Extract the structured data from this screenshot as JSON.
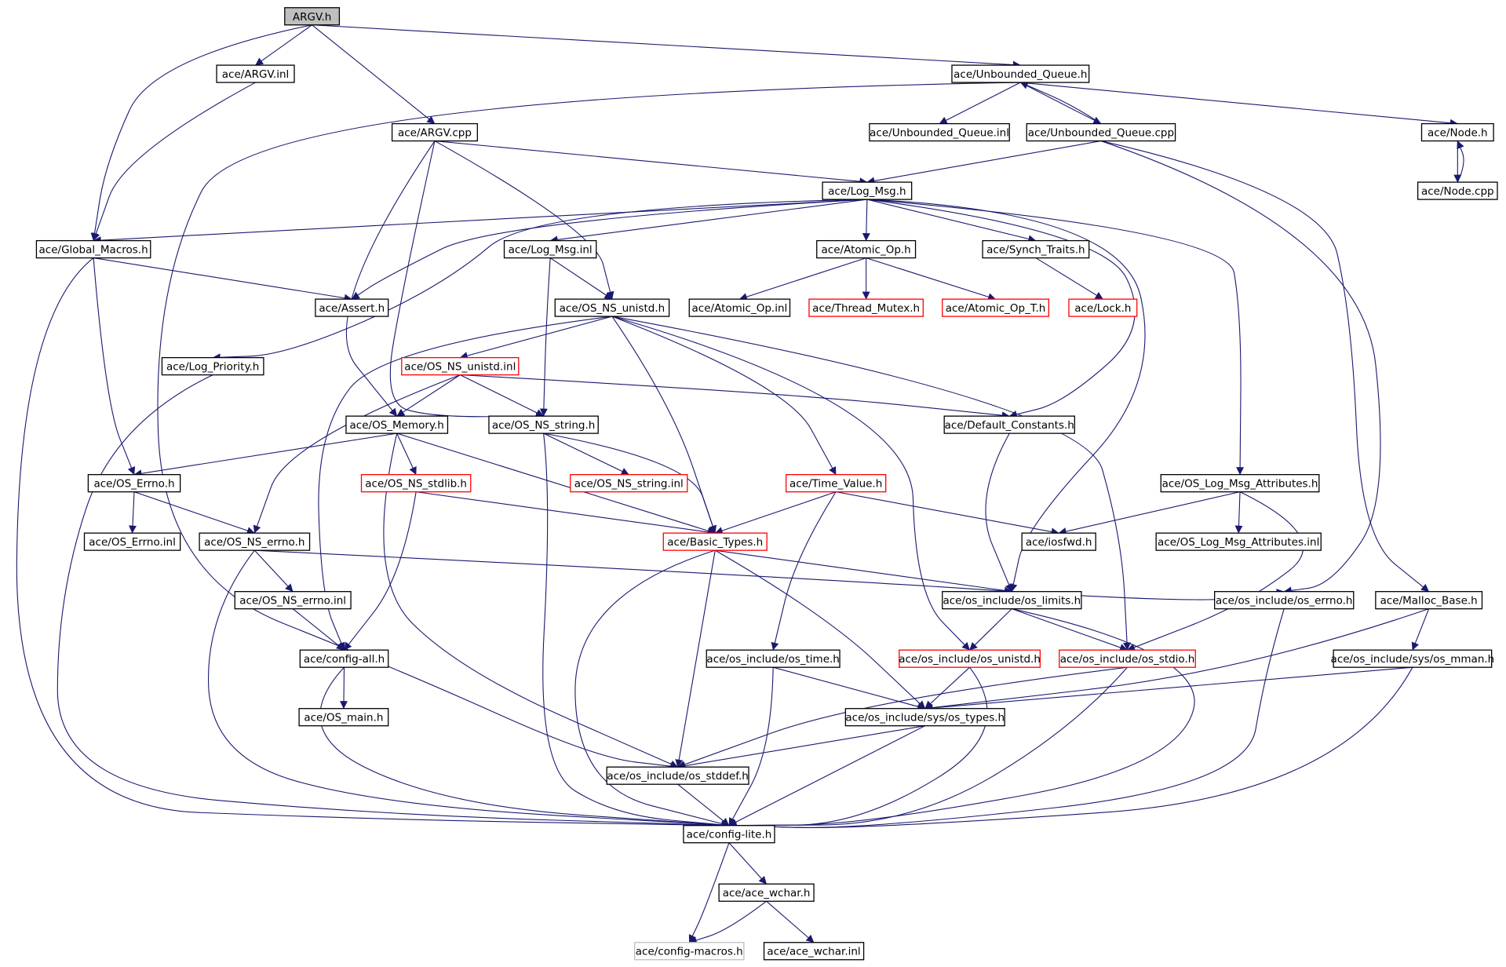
{
  "colors": {
    "edge": "#191970",
    "border_normal": "#000000",
    "border_truncated": "#ff0000",
    "border_external": "#bfbfbf",
    "root_fill": "#bfbfbf"
  },
  "nodes": {
    "argv_h": {
      "label": "ARGV.h",
      "kind": "root"
    },
    "argv_inl": {
      "label": "ace/ARGV.inl",
      "kind": "normal"
    },
    "unbounded_queue_h": {
      "label": "ace/Unbounded_Queue.h",
      "kind": "normal"
    },
    "argv_cpp": {
      "label": "ace/ARGV.cpp",
      "kind": "normal"
    },
    "unbounded_queue_inl": {
      "label": "ace/Unbounded_Queue.inl",
      "kind": "normal"
    },
    "unbounded_queue_cpp": {
      "label": "ace/Unbounded_Queue.cpp",
      "kind": "normal"
    },
    "node_h": {
      "label": "ace/Node.h",
      "kind": "normal"
    },
    "log_msg_h": {
      "label": "ace/Log_Msg.h",
      "kind": "normal"
    },
    "node_cpp": {
      "label": "ace/Node.cpp",
      "kind": "normal"
    },
    "global_macros_h": {
      "label": "ace/Global_Macros.h",
      "kind": "normal"
    },
    "log_msg_inl": {
      "label": "ace/Log_Msg.inl",
      "kind": "normal"
    },
    "atomic_op_h": {
      "label": "ace/Atomic_Op.h",
      "kind": "normal"
    },
    "synch_traits_h": {
      "label": "ace/Synch_Traits.h",
      "kind": "normal"
    },
    "assert_h": {
      "label": "ace/Assert.h",
      "kind": "normal"
    },
    "os_ns_unistd_h": {
      "label": "ace/OS_NS_unistd.h",
      "kind": "normal"
    },
    "atomic_op_inl": {
      "label": "ace/Atomic_Op.inl",
      "kind": "normal"
    },
    "thread_mutex_h": {
      "label": "ace/Thread_Mutex.h",
      "kind": "truncated"
    },
    "atomic_op_t_h": {
      "label": "ace/Atomic_Op_T.h",
      "kind": "truncated"
    },
    "lock_h": {
      "label": "ace/Lock.h",
      "kind": "truncated"
    },
    "log_priority_h": {
      "label": "ace/Log_Priority.h",
      "kind": "normal"
    },
    "os_ns_unistd_inl": {
      "label": "ace/OS_NS_unistd.inl",
      "kind": "truncated"
    },
    "os_memory_h": {
      "label": "ace/OS_Memory.h",
      "kind": "normal"
    },
    "os_ns_string_h": {
      "label": "ace/OS_NS_string.h",
      "kind": "normal"
    },
    "default_constants_h": {
      "label": "ace/Default_Constants.h",
      "kind": "normal"
    },
    "os_errno_h": {
      "label": "ace/OS_Errno.h",
      "kind": "normal"
    },
    "os_ns_stdlib_h": {
      "label": "ace/OS_NS_stdlib.h",
      "kind": "truncated"
    },
    "os_ns_string_inl": {
      "label": "ace/OS_NS_string.inl",
      "kind": "truncated"
    },
    "time_value_h": {
      "label": "ace/Time_Value.h",
      "kind": "truncated"
    },
    "os_log_msg_attributes_h": {
      "label": "ace/OS_Log_Msg_Attributes.h",
      "kind": "normal"
    },
    "os_errno_inl": {
      "label": "ace/OS_Errno.inl",
      "kind": "normal"
    },
    "os_ns_errno_h": {
      "label": "ace/OS_NS_errno.h",
      "kind": "normal"
    },
    "basic_types_h": {
      "label": "ace/Basic_Types.h",
      "kind": "truncated"
    },
    "iosfwd_h": {
      "label": "ace/iosfwd.h",
      "kind": "normal"
    },
    "os_log_msg_attributes_inl": {
      "label": "ace/OS_Log_Msg_Attributes.inl",
      "kind": "normal"
    },
    "os_ns_errno_inl": {
      "label": "ace/OS_NS_errno.inl",
      "kind": "normal"
    },
    "os_limits_h": {
      "label": "ace/os_include/os_limits.h",
      "kind": "normal"
    },
    "os_include_errno_h": {
      "label": "ace/os_include/os_errno.h",
      "kind": "normal"
    },
    "malloc_base_h": {
      "label": "ace/Malloc_Base.h",
      "kind": "normal"
    },
    "config_all_h": {
      "label": "ace/config-all.h",
      "kind": "normal"
    },
    "os_time_h": {
      "label": "ace/os_include/os_time.h",
      "kind": "normal"
    },
    "os_include_unistd_h": {
      "label": "ace/os_include/os_unistd.h",
      "kind": "truncated"
    },
    "os_stdio_h": {
      "label": "ace/os_include/os_stdio.h",
      "kind": "truncated"
    },
    "os_mman_h": {
      "label": "ace/os_include/sys/os_mman.h",
      "kind": "normal"
    },
    "os_main_h": {
      "label": "ace/OS_main.h",
      "kind": "normal"
    },
    "os_types_h": {
      "label": "ace/os_include/sys/os_types.h",
      "kind": "normal"
    },
    "os_stddef_h": {
      "label": "ace/os_include/os_stddef.h",
      "kind": "normal"
    },
    "config_lite_h": {
      "label": "ace/config-lite.h",
      "kind": "normal"
    },
    "ace_wchar_h": {
      "label": "ace/ace_wchar.h",
      "kind": "normal"
    },
    "config_macros_h": {
      "label": "ace/config-macros.h",
      "kind": "external"
    },
    "ace_wchar_inl": {
      "label": "ace/ace_wchar.inl",
      "kind": "normal"
    }
  },
  "edges": [
    [
      "argv_h",
      "argv_inl"
    ],
    [
      "argv_h",
      "global_macros_h"
    ],
    [
      "argv_h",
      "argv_cpp"
    ],
    [
      "argv_h",
      "unbounded_queue_h"
    ],
    [
      "argv_inl",
      "global_macros_h"
    ],
    [
      "unbounded_queue_h",
      "unbounded_queue_inl"
    ],
    [
      "unbounded_queue_h",
      "unbounded_queue_cpp"
    ],
    [
      "unbounded_queue_h",
      "node_h"
    ],
    [
      "unbounded_queue_h",
      "os_stddef_h"
    ],
    [
      "unbounded_queue_cpp",
      "unbounded_queue_h"
    ],
    [
      "unbounded_queue_cpp",
      "log_msg_h"
    ],
    [
      "unbounded_queue_cpp",
      "os_include_errno_h"
    ],
    [
      "unbounded_queue_cpp",
      "malloc_base_h"
    ],
    [
      "node_h",
      "node_cpp"
    ],
    [
      "node_cpp",
      "node_h"
    ],
    [
      "argv_cpp",
      "log_msg_h"
    ],
    [
      "argv_cpp",
      "os_ns_unistd_h"
    ],
    [
      "argv_cpp",
      "os_memory_h"
    ],
    [
      "argv_cpp",
      "os_ns_string_h"
    ],
    [
      "log_msg_h",
      "global_macros_h"
    ],
    [
      "log_msg_h",
      "log_msg_inl"
    ],
    [
      "log_msg_h",
      "atomic_op_h"
    ],
    [
      "log_msg_h",
      "synch_traits_h"
    ],
    [
      "log_msg_h",
      "assert_h"
    ],
    [
      "log_msg_h",
      "log_priority_h"
    ],
    [
      "log_msg_h",
      "default_constants_h"
    ],
    [
      "log_msg_h",
      "os_log_msg_attributes_h"
    ],
    [
      "log_msg_h",
      "os_limits_h"
    ],
    [
      "global_macros_h",
      "assert_h"
    ],
    [
      "global_macros_h",
      "os_errno_h"
    ],
    [
      "global_macros_h",
      "config_lite_h"
    ],
    [
      "log_msg_inl",
      "os_ns_unistd_h"
    ],
    [
      "log_msg_inl",
      "os_ns_string_h"
    ],
    [
      "atomic_op_h",
      "atomic_op_inl"
    ],
    [
      "atomic_op_h",
      "thread_mutex_h"
    ],
    [
      "atomic_op_h",
      "atomic_op_t_h"
    ],
    [
      "synch_traits_h",
      "lock_h"
    ],
    [
      "os_ns_unistd_h",
      "os_ns_unistd_inl"
    ],
    [
      "os_ns_unistd_h",
      "basic_types_h"
    ],
    [
      "os_ns_unistd_h",
      "time_value_h"
    ],
    [
      "os_ns_unistd_h",
      "os_include_unistd_h"
    ],
    [
      "os_ns_unistd_h",
      "os_stdio_h"
    ],
    [
      "os_ns_unistd_h",
      "config_all_h"
    ],
    [
      "os_ns_unistd_inl",
      "os_memory_h"
    ],
    [
      "os_ns_unistd_inl",
      "os_ns_string_h"
    ],
    [
      "os_ns_unistd_inl",
      "default_constants_h"
    ],
    [
      "os_ns_unistd_inl",
      "os_ns_errno_h"
    ],
    [
      "log_priority_h",
      "config_lite_h"
    ],
    [
      "os_memory_h",
      "os_errno_h"
    ],
    [
      "os_memory_h",
      "os_ns_stdlib_h"
    ],
    [
      "os_memory_h",
      "basic_types_h"
    ],
    [
      "os_memory_h",
      "os_stddef_h"
    ],
    [
      "os_ns_string_h",
      "os_ns_string_inl"
    ],
    [
      "os_ns_string_h",
      "basic_types_h"
    ],
    [
      "os_ns_string_h",
      "config_lite_h"
    ],
    [
      "default_constants_h",
      "os_limits_h"
    ],
    [
      "os_errno_h",
      "os_errno_inl"
    ],
    [
      "os_errno_h",
      "os_ns_errno_h"
    ],
    [
      "os_ns_stdlib_h",
      "basic_types_h"
    ],
    [
      "os_ns_stdlib_h",
      "config_all_h"
    ],
    [
      "time_value_h",
      "basic_types_h"
    ],
    [
      "time_value_h",
      "iosfwd_h"
    ],
    [
      "time_value_h",
      "os_time_h"
    ],
    [
      "os_log_msg_attributes_h",
      "iosfwd_h"
    ],
    [
      "os_log_msg_attributes_h",
      "os_log_msg_attributes_inl"
    ],
    [
      "os_log_msg_attributes_h",
      "os_stdio_h"
    ],
    [
      "os_ns_errno_h",
      "os_ns_errno_inl"
    ],
    [
      "os_ns_errno_h",
      "os_include_errno_h"
    ],
    [
      "os_ns_errno_h",
      "config_lite_h"
    ],
    [
      "basic_types_h",
      "os_limits_h"
    ],
    [
      "basic_types_h",
      "os_types_h"
    ],
    [
      "basic_types_h",
      "os_stddef_h"
    ],
    [
      "basic_types_h",
      "config_lite_h"
    ],
    [
      "os_ns_errno_inl",
      "config_all_h"
    ],
    [
      "os_limits_h",
      "os_include_unistd_h"
    ],
    [
      "os_limits_h",
      "os_stdio_h"
    ],
    [
      "os_limits_h",
      "config_lite_h"
    ],
    [
      "os_include_errno_h",
      "config_lite_h"
    ],
    [
      "malloc_base_h",
      "os_mman_h"
    ],
    [
      "malloc_base_h",
      "os_types_h"
    ],
    [
      "config_all_h",
      "os_main_h"
    ],
    [
      "config_all_h",
      "config_lite_h"
    ],
    [
      "os_time_h",
      "os_types_h"
    ],
    [
      "os_time_h",
      "config_lite_h"
    ],
    [
      "os_include_unistd_h",
      "os_types_h"
    ],
    [
      "os_include_unistd_h",
      "config_lite_h"
    ],
    [
      "os_stdio_h",
      "os_stddef_h"
    ],
    [
      "os_stdio_h",
      "config_lite_h"
    ],
    [
      "os_mman_h",
      "os_types_h"
    ],
    [
      "os_mman_h",
      "config_lite_h"
    ],
    [
      "os_types_h",
      "os_stddef_h"
    ],
    [
      "os_types_h",
      "config_lite_h"
    ],
    [
      "os_stddef_h",
      "config_lite_h"
    ],
    [
      "config_lite_h",
      "ace_wchar_h"
    ],
    [
      "config_lite_h",
      "config_macros_h"
    ],
    [
      "ace_wchar_h",
      "config_macros_h"
    ],
    [
      "ace_wchar_h",
      "ace_wchar_inl"
    ]
  ]
}
